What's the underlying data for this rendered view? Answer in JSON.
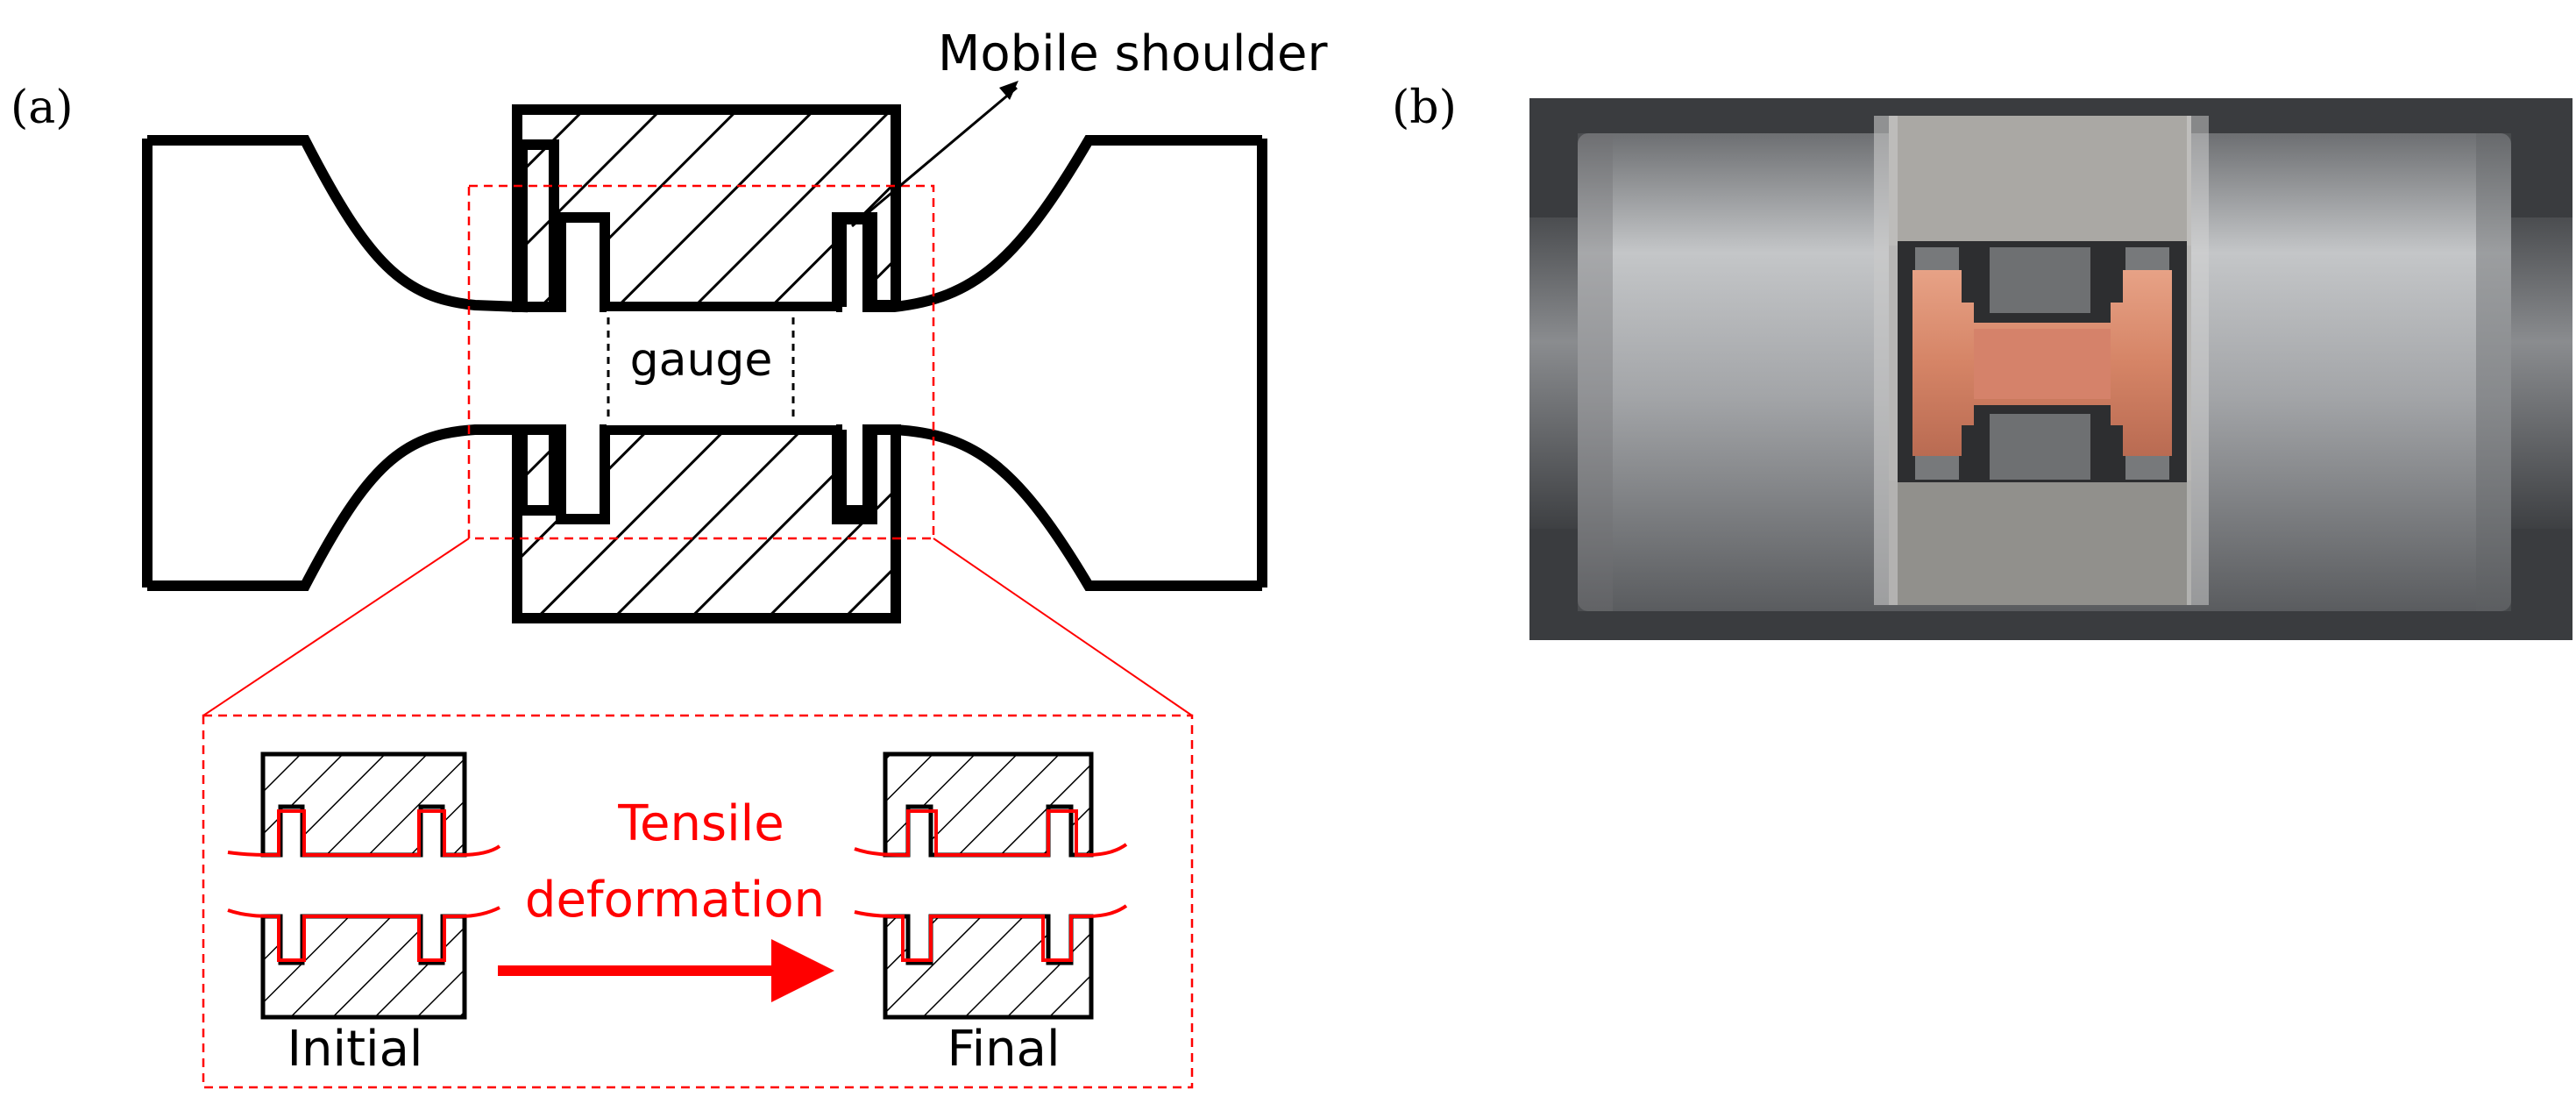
{
  "figure": {
    "panel_a_label": "(a)",
    "panel_b_label": "(b)"
  },
  "diagram": {
    "callout_label": "Mobile shoulder",
    "gauge_label": "gauge",
    "process_label_line1": "Tensile",
    "process_label_line2": "deformation",
    "initial_label": "Initial",
    "final_label": "Final"
  },
  "colors": {
    "outline": "#000000",
    "highlight": "#ff0000",
    "photo_background": "#3a3c3f",
    "metal": "#a7a8ab",
    "copper": "#d9876a"
  },
  "icons": [
    "arrow-right-icon",
    "hatch-pattern"
  ]
}
